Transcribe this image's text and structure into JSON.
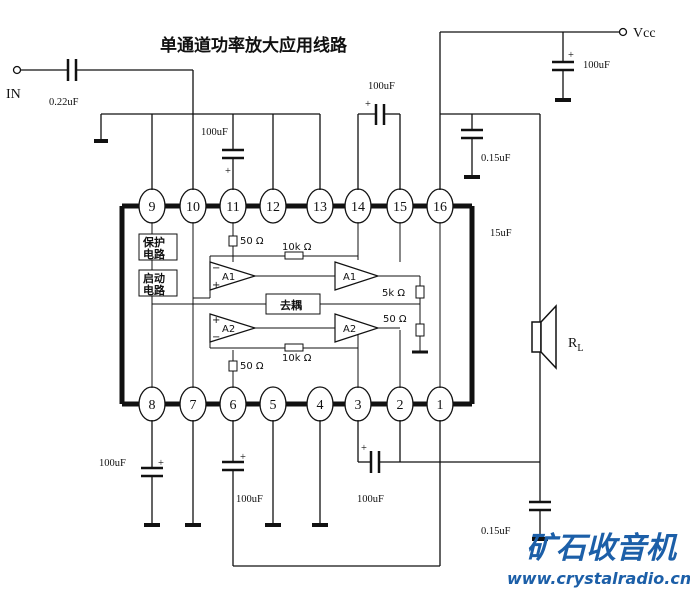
{
  "title": "单通道功率放大应用线路",
  "input_label": "IN",
  "vcc_label": "Vcc",
  "load_label": "R",
  "load_subscript": "L",
  "top_pins": [
    "9",
    "10",
    "11",
    "12",
    "13",
    "14",
    "15",
    "16"
  ],
  "bottom_pins": [
    "8",
    "7",
    "6",
    "5",
    "4",
    "3",
    "2",
    "1"
  ],
  "capacitors": {
    "c_input": "0.22uF",
    "c_vcc": "100uF",
    "c_pin11": "100uF",
    "c_pin14_15": "100uF",
    "c_pin16": "0.15uF",
    "c_output_label": "15uF",
    "c_pin8": "100uF",
    "c_pin6": "100uF",
    "c_pin2_3": "100uF",
    "c_out_bottom": "0.15uF"
  },
  "internal": {
    "protect_line1": "保护",
    "protect_line2": "电路",
    "start_line1": "启动",
    "start_line2": "电路",
    "decouple": "去耦",
    "r_50_top": "50 Ω",
    "r_10k_top": "10k Ω",
    "r_5k": "5k Ω",
    "r_50_right": "50 Ω",
    "r_50_bottom": "50 Ω",
    "r_10k_bottom": "10k Ω",
    "amp_a1_in": "A1",
    "amp_a1_out": "A1",
    "amp_a2_in": "A2",
    "amp_a2_out": "A2",
    "plus": "+",
    "minus": "−"
  },
  "watermark": {
    "name": "矿石收音机",
    "url": "www.crystalradio.cn"
  }
}
